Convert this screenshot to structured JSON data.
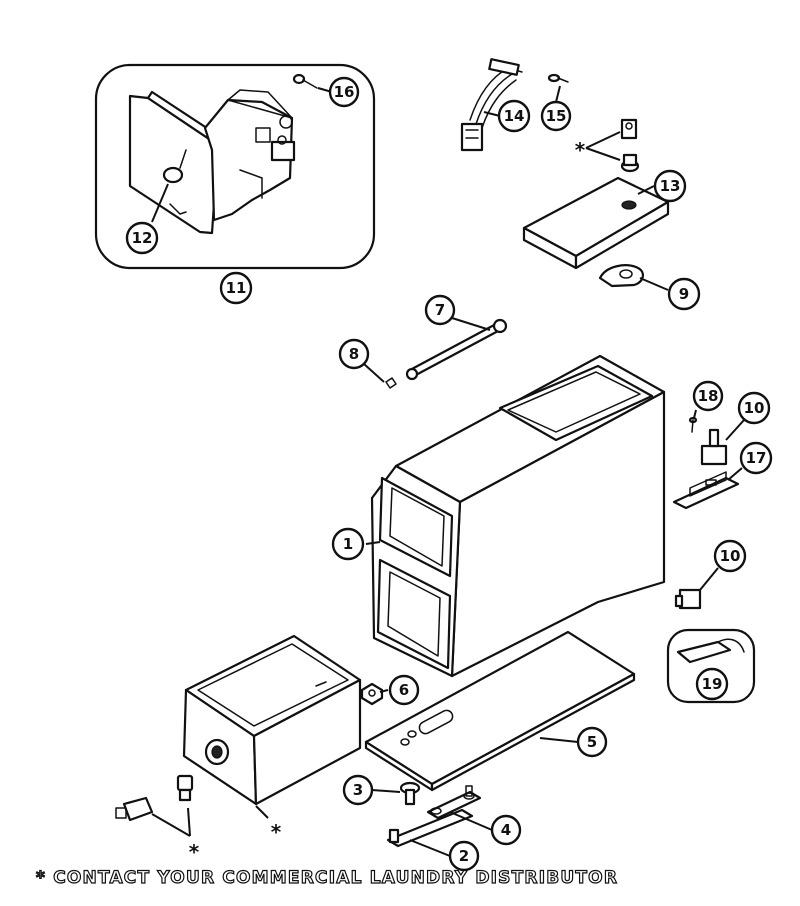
{
  "callouts": {
    "c1": "1",
    "c2": "2",
    "c3": "3",
    "c4": "4",
    "c5": "5",
    "c6": "6",
    "c7": "7",
    "c8": "8",
    "c9": "9",
    "c10a": "10",
    "c10b": "10",
    "c11": "11",
    "c12": "12",
    "c13": "13",
    "c14": "14",
    "c15": "15",
    "c16": "16",
    "c17": "17",
    "c18": "18",
    "c19": "19"
  },
  "asterisk": "*",
  "footnote": "* CONTACT YOUR COMMERCIAL LAUNDRY DISTRIBUTOR"
}
